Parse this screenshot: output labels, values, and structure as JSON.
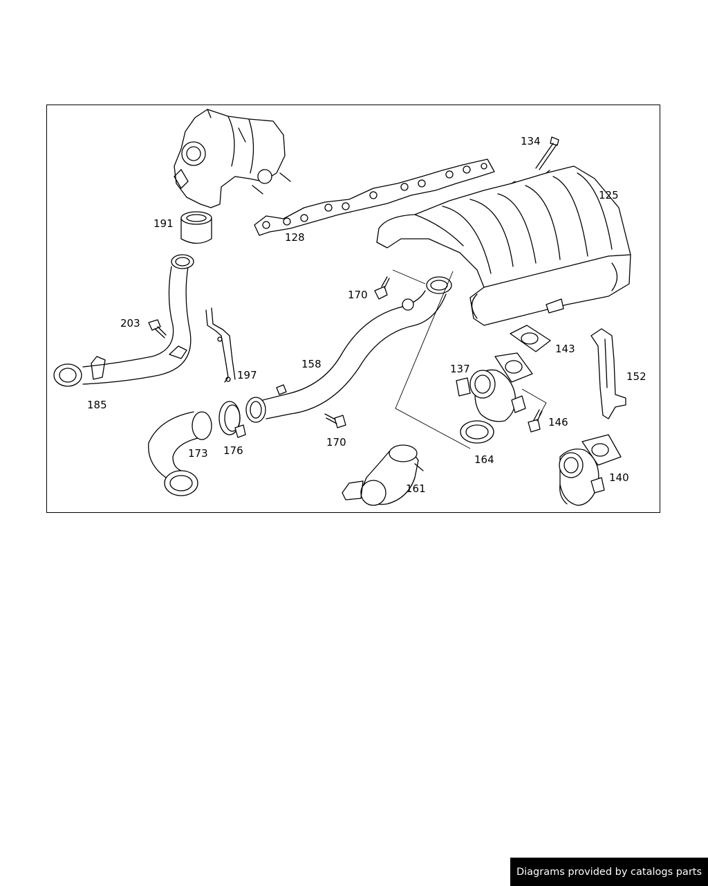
{
  "diagram": {
    "part_labels": [
      "134",
      "125",
      "191",
      "128",
      "170",
      "203",
      "143",
      "137",
      "158",
      "152",
      "197",
      "185",
      "146",
      "176",
      "173",
      "170",
      "164",
      "140",
      "161"
    ]
  },
  "footer": {
    "text": "Diagrams provided by catalogs parts"
  }
}
